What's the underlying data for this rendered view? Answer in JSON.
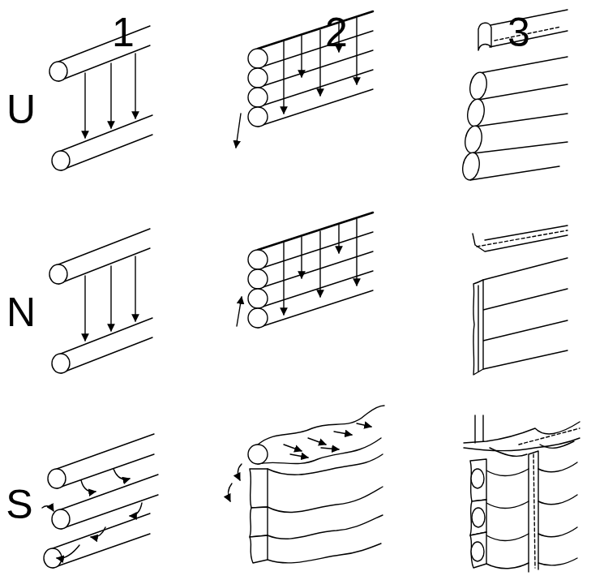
{
  "diagram": {
    "labels": [
      "1",
      "2",
      "3",
      "U",
      "N",
      "S"
    ]
  }
}
